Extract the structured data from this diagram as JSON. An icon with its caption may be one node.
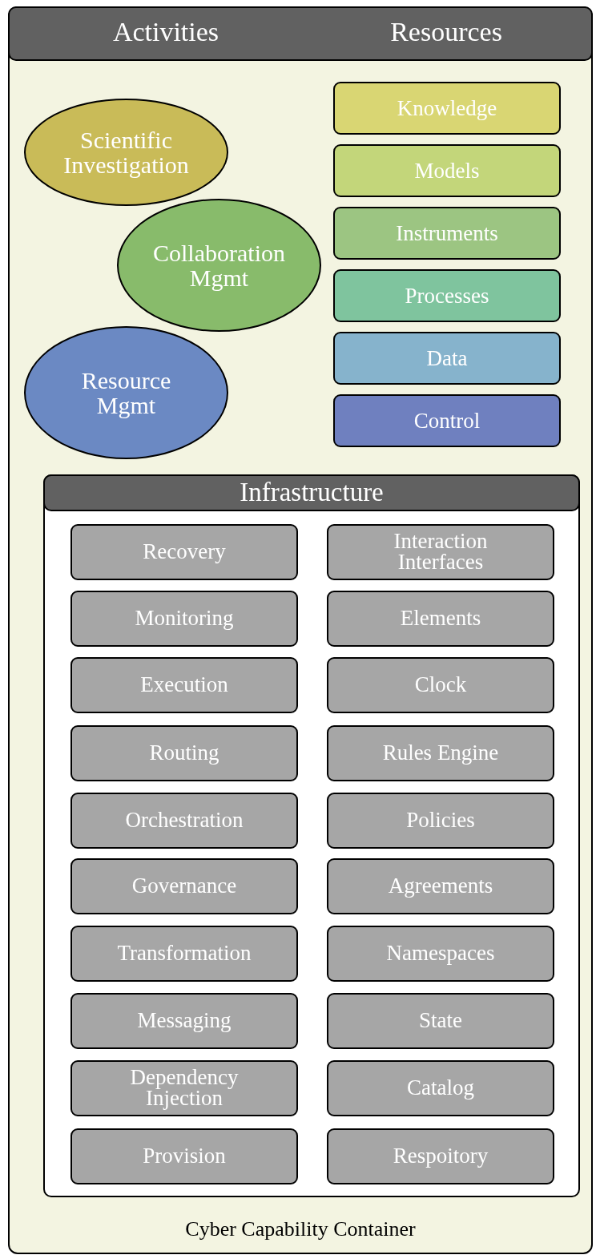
{
  "diagram": {
    "nodes": [
      {
        "text": [
          "Activities",
          "Resources",
          "Cyber Capability Container"
        ]
      },
      {
        "text": [
          "Scientific Investigation"
        ],
        "in": 0
      },
      {
        "text": [
          "Collaboration Mgmt"
        ],
        "in": 0
      },
      {
        "text": [
          "Resource Mgmt"
        ],
        "in": 0
      },
      {
        "text": [
          "Knowledge"
        ],
        "in": 0
      },
      {
        "text": [
          "Models"
        ],
        "in": 0
      },
      {
        "text": [
          "Instruments"
        ],
        "in": 0
      },
      {
        "text": [
          "Processes"
        ],
        "in": 0
      },
      {
        "text": [
          "Data"
        ],
        "in": 0
      },
      {
        "text": [
          "Control"
        ],
        "in": 0
      },
      {
        "text": [
          "Infrastructure"
        ],
        "in": 0
      },
      {
        "text": [
          "Recovery"
        ],
        "in": 10
      },
      {
        "text": [
          "Interaction Interfaces"
        ],
        "in": 10
      },
      {
        "text": [
          "Monitoring"
        ],
        "in": 10
      },
      {
        "text": [
          "Elements"
        ],
        "in": 10
      },
      {
        "text": [
          "Execution"
        ],
        "in": 10
      },
      {
        "text": [
          "Clock"
        ],
        "in": 10
      },
      {
        "text": [
          "Routing"
        ],
        "in": 10
      },
      {
        "text": [
          "Rules Engine"
        ],
        "in": 10
      },
      {
        "text": [
          "Orchestration"
        ],
        "in": 10
      },
      {
        "text": [
          "Policies"
        ],
        "in": 10
      },
      {
        "text": [
          "Governance"
        ],
        "in": 10
      },
      {
        "text": [
          "Agreements"
        ],
        "in": 10
      },
      {
        "text": [
          "Transformation"
        ],
        "in": 10
      },
      {
        "text": [
          "Namespaces"
        ],
        "in": 10
      },
      {
        "text": [
          "Messaging"
        ],
        "in": 10
      },
      {
        "text": [
          "State"
        ],
        "in": 10
      },
      {
        "text": [
          "Dependency Injection"
        ],
        "in": 10
      },
      {
        "text": [
          "Catalog"
        ],
        "in": 10
      },
      {
        "text": [
          "Provision"
        ],
        "in": 10
      },
      {
        "text": [
          "Respoitory"
        ],
        "in": 10
      }
    ]
  }
}
